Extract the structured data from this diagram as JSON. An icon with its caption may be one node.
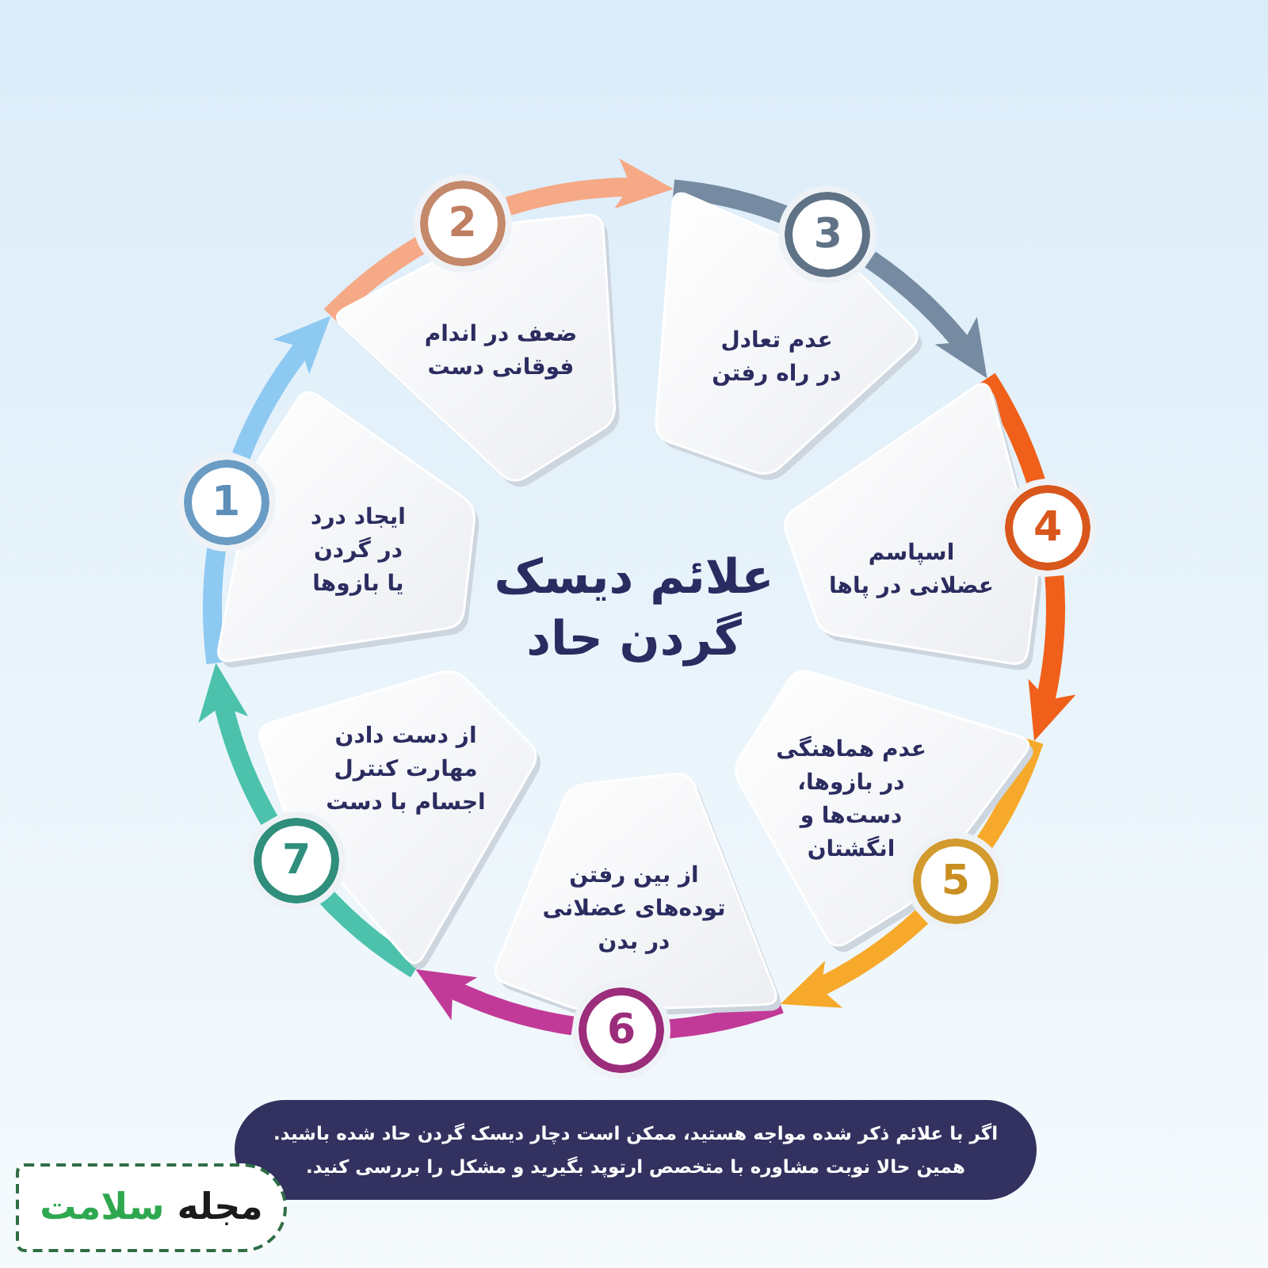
{
  "diagram": {
    "title": "علائم دیسک گردن حاد",
    "nodes": [
      {
        "text": [
          "1",
          "ایجاد درد در گردن یا بازوها"
        ]
      },
      {
        "text": [
          "2",
          "ضعف در اندام فوقانی دست"
        ]
      },
      {
        "text": [
          "3",
          "عدم تعادل در راه رفتن"
        ]
      },
      {
        "text": [
          "4",
          "اسپاسم عضلانی در پاها"
        ]
      },
      {
        "text": [
          "5",
          "عدم هماهنگی در بازوها، دست‌ها و انگشتان"
        ]
      },
      {
        "text": [
          "از بین رفتن توده‌های عضلانی در بدن",
          "6"
        ]
      },
      {
        "text": [
          "7",
          "از دست دادن مهارت کنترل اجسام با دست"
        ]
      },
      {
        "text": [
          "اگر با علائم ذکر شده مواجه هستید، ممکن است دچار دیسک گردن حاد شده باشید. همین حالا نوبت مشاوره با متخصص ارتوپد بگیرید و مشکل را بررسی کنید."
        ]
      },
      {
        "text": [
          "مجله سلامت"
        ]
      }
    ],
    "edges": [
      {
        "from": 0,
        "to": 1,
        "arrow": "to",
        "color": "#8ec9f2"
      },
      {
        "from": 1,
        "to": 2,
        "arrow": "to",
        "color": "#f6a986"
      },
      {
        "from": 2,
        "to": 3,
        "arrow": "to",
        "color": "#768ba1"
      },
      {
        "from": 3,
        "to": 4,
        "arrow": "to",
        "color": "#f0601a"
      },
      {
        "from": 4,
        "to": 5,
        "arrow": "to",
        "color": "#f6a92a"
      },
      {
        "from": 5,
        "to": 6,
        "arrow": "to",
        "color": "#c23a98"
      },
      {
        "from": 6,
        "to": 0,
        "arrow": "to",
        "color": "#4cc2ac"
      }
    ]
  }
}
